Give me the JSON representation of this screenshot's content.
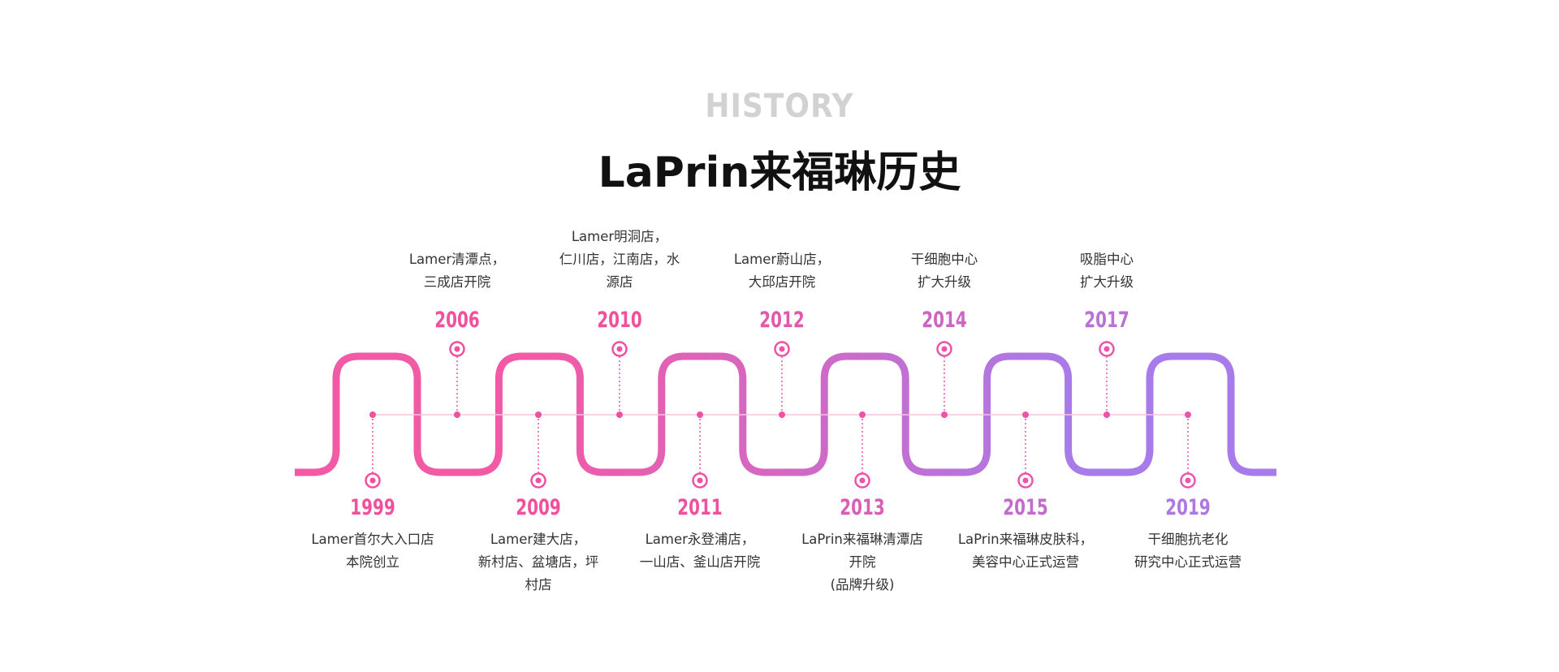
{
  "header": {
    "eyebrow": "HISTORY",
    "title": "LaPrin来福琳历史"
  },
  "colors": {
    "gradient_start": "#f25aa6",
    "gradient_end": "#a77bea",
    "year_start": "#f24f9c",
    "year_end": "#a77bea",
    "guide_line": "#f7c4dd"
  },
  "events": [
    {
      "year": "1999",
      "position": "below",
      "desc": "Lamer首尔大入口店\n本院创立"
    },
    {
      "year": "2006",
      "position": "above",
      "desc": "Lamer清潭点，\n三成店开院"
    },
    {
      "year": "2009",
      "position": "below",
      "desc": "Lamer建大店，\n新村店、盆塘店，坪\n村店"
    },
    {
      "year": "2010",
      "position": "above",
      "desc": "Lamer明洞店，\n仁川店，江南店，水\n源店"
    },
    {
      "year": "2011",
      "position": "below",
      "desc": "Lamer永登浦店，\n一山店、釜山店开院"
    },
    {
      "year": "2012",
      "position": "above",
      "desc": "Lamer蔚山店，\n大邱店开院"
    },
    {
      "year": "2013",
      "position": "below",
      "desc": "LaPrin来福琳清潭店\n开院\n(品牌升级)"
    },
    {
      "year": "2014",
      "position": "above",
      "desc": "干细胞中心\n扩大升级"
    },
    {
      "year": "2015",
      "position": "below",
      "desc": "LaPrin来福琳皮肤科，\n美容中心正式运营"
    },
    {
      "year": "2017",
      "position": "above",
      "desc": "吸脂中心\n扩大升级"
    },
    {
      "year": "2019",
      "position": "below",
      "desc": "干细胞抗老化\n研究中心正式运营"
    }
  ]
}
